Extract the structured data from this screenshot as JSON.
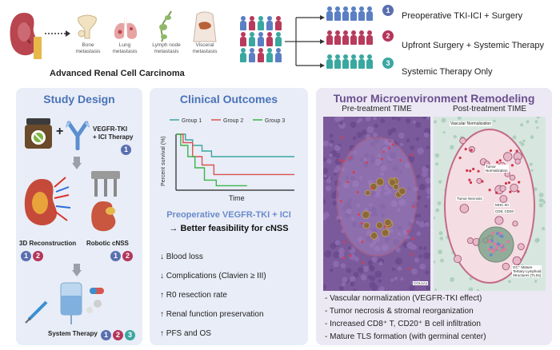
{
  "top_left": {
    "metastases": [
      "Bone\nmetastasis",
      "Lung\nmetastasis",
      "Lymph node\nmetastasis",
      "Visceral\nmetastasis"
    ],
    "title": "Advanced Renal Cell Carcinoma"
  },
  "groups": [
    {
      "num": "1",
      "label": "Preoperative TKI-ICI + Surgery",
      "color": "#5a7fc4"
    },
    {
      "num": "2",
      "label": "Upfront Surgery + Systemic Therapy",
      "color": "#b83a5c"
    },
    {
      "num": "3",
      "label": "Systemic Therapy Only",
      "color": "#3aa7a1"
    }
  ],
  "study_design": {
    "title": "Study Design",
    "therapy_label": "VEGFR-TKI\n+ ICI Therapy",
    "therapy_badge": "1",
    "recon_label": "3D Reconstruction",
    "recon_badges": [
      "1",
      "2"
    ],
    "robotic_label": "Robotic cNSS",
    "robotic_badges": [
      "1",
      "2"
    ],
    "systemic_label": "System Therapy",
    "systemic_badges": [
      "1",
      "2",
      "3"
    ]
  },
  "clinical": {
    "title": "Clinical Outcomes",
    "subtitle": "Preoperative VEGFR-TKI + ICI",
    "feasibility": "→ Better feasibility for cNSS",
    "bullets": [
      "↓ Blood loss",
      "↓ Complications (Clavien ≥ III)",
      "↑ R0 resection rate",
      "↑ Renal function preservation",
      "↑ PFS and OS"
    ]
  },
  "chart_data": {
    "type": "line",
    "title": "",
    "xlabel": "Time",
    "ylabel": "Percent survival (%)",
    "series": [
      {
        "name": "Group 1",
        "color": "#3aa7a1"
      },
      {
        "name": "Group 2",
        "color": "#d9534f"
      },
      {
        "name": "Group 3",
        "color": "#3cb44b"
      }
    ]
  },
  "tme": {
    "title": "Tumor Microenvironment Remodeling",
    "pre_label": "Pre-treatment TIME",
    "post_label": "Post-treatment TIME",
    "post_annotations": [
      "Vascular Normalization",
      "Tumor\nNormalization",
      "Tumor Necrosis",
      "MHC-I/II",
      "CD8, CD20",
      "GC⁺ Mature\nTertiary Lymphoid\nStructures (TLSs)"
    ],
    "pre_annotation": "COL1A1",
    "bullets": [
      "- Vascular normalization  (VEGFR-TKI effect)",
      "- Tumor necrosis & stromal reorganization",
      "- Increased CD8⁺ T, CD20⁺ B cell infiltration",
      "- Mature TLS formation (with germinal center)"
    ]
  },
  "colors": {
    "panel_bg": "#e9edf7",
    "tme_bg": "#ece9f4",
    "title_blue": "#4a73b8",
    "title_purple": "#6b4f8f"
  }
}
